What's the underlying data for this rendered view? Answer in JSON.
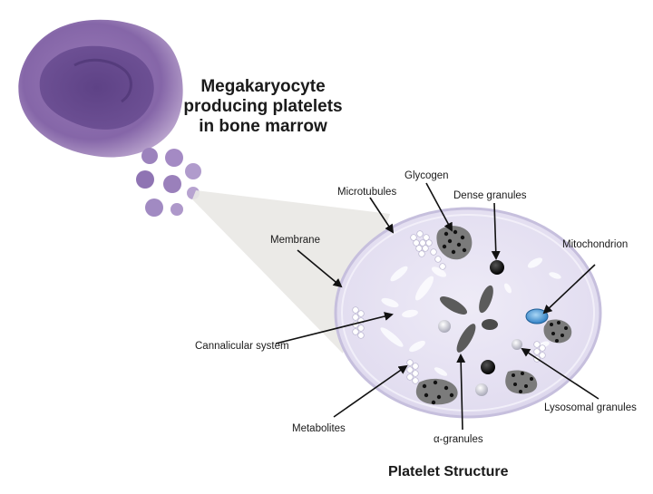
{
  "title": {
    "line1": "Megakaryocyte",
    "line2": "producing platelets",
    "line3": "in bone marrow"
  },
  "labels": {
    "glycogen": "Glycogen",
    "microtubules": "Microtubules",
    "dense_granules": "Dense granules",
    "membrane": "Membrane",
    "mitochondrion": "Mitochondrion",
    "canalicular_system": "Cannalicular system",
    "lysosomal_granules": "Lysosomal granules",
    "metabolites": "Metabolites",
    "alpha_granules": "α-granules"
  },
  "caption": "Platelet Structure",
  "colors": {
    "cell_purple": "#7a5c9c",
    "nucleus_purple": "#5a3f82",
    "platelet_fill": "#e4e0f1",
    "platelet_rim": "#d0cbe6",
    "mitochondrion_blue": "#5aa8e0",
    "dense_black": "#111111",
    "alpha_gray": "#555555"
  }
}
